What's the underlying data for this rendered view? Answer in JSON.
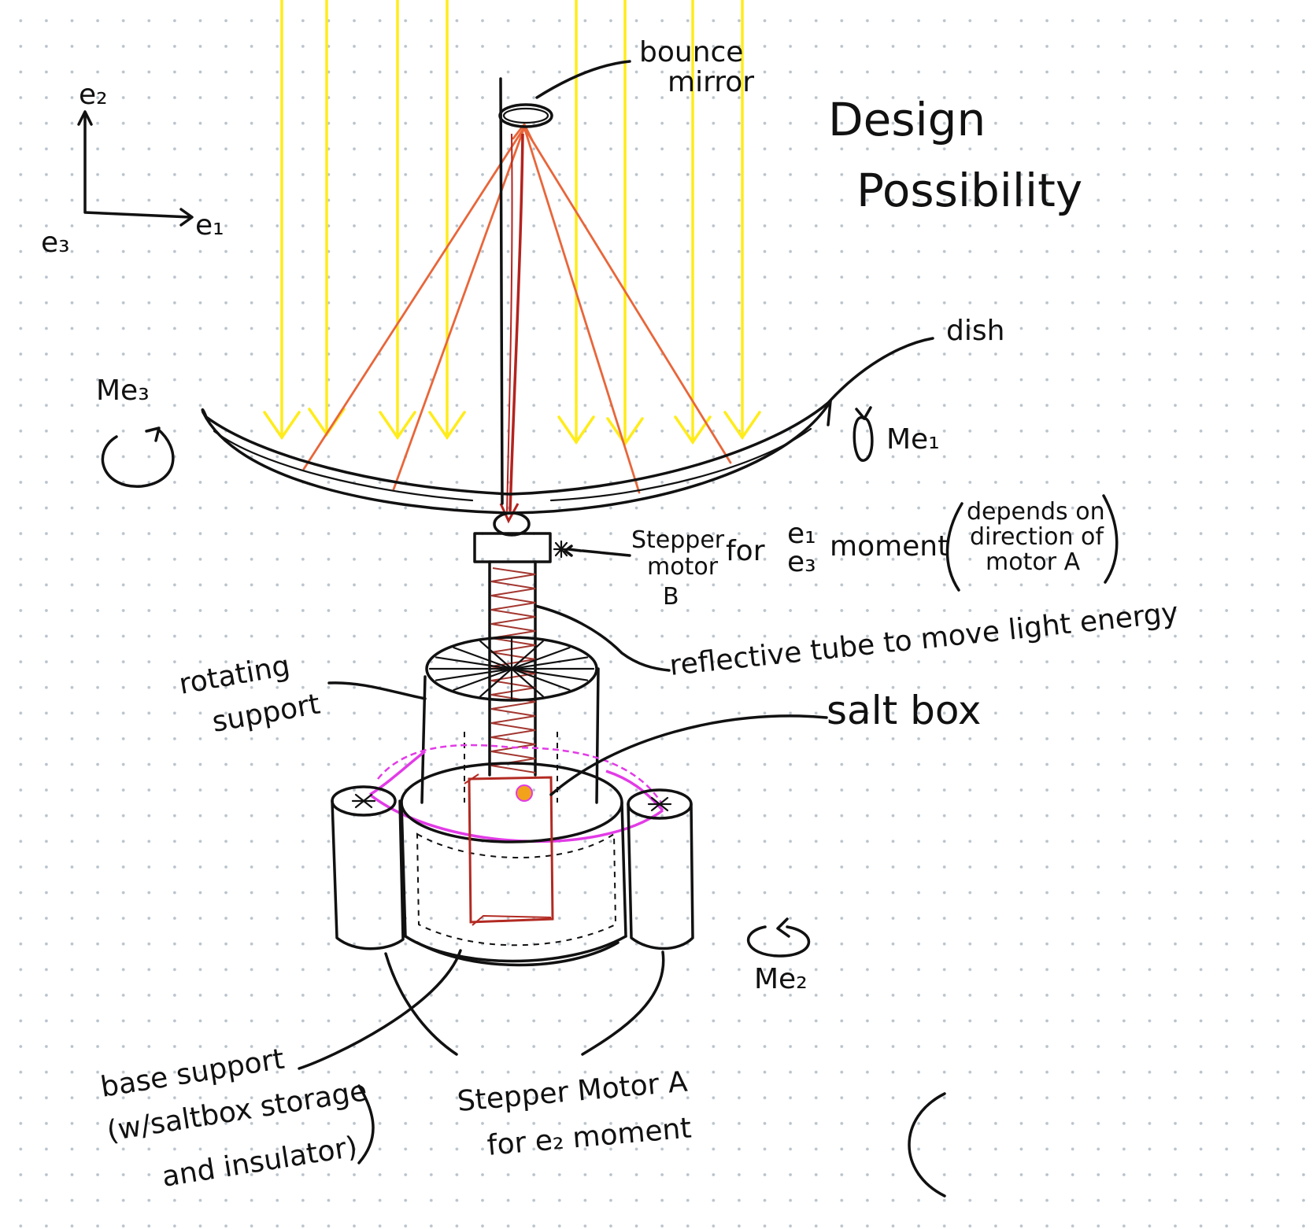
{
  "title": {
    "line1": "Design",
    "line2": "Possibility"
  },
  "axes": {
    "e2": "e₂",
    "e1": "e₁",
    "e3": "e₃"
  },
  "moments": {
    "me3": "Me₃",
    "me1": "Me₁",
    "me2": "Me₂"
  },
  "labels": {
    "bounce_mirror": [
      "bounce",
      "mirror"
    ],
    "dish": "dish",
    "stepper_motor_b": [
      "Stepper",
      "motor",
      "B"
    ],
    "for_moment": "for",
    "moment_e1": "e₁",
    "moment_e3": "e₃",
    "moment_word": "moment",
    "depends_note": [
      "depends on",
      "direction of",
      "motor A"
    ],
    "reflective_tube": "reflective tube to move light energy",
    "rotating_support": [
      "rotating",
      "support"
    ],
    "salt_box": "salt box",
    "base_support": [
      "base support",
      "(w/saltbox storage",
      "and insulator)"
    ],
    "stepper_motor_a": [
      "Stepper Motor A",
      "for e₂ moment"
    ]
  },
  "colors": {
    "ink": "#111111",
    "sun_rays": "#ffec1a",
    "reflected_rays": "#e8663a",
    "focused_ray": "#b3231f",
    "heat_coil": "#a3362f",
    "salt_box": "#b22a22",
    "rotating_ring": "#e23be6",
    "hot_spot": "#f2a31b"
  }
}
